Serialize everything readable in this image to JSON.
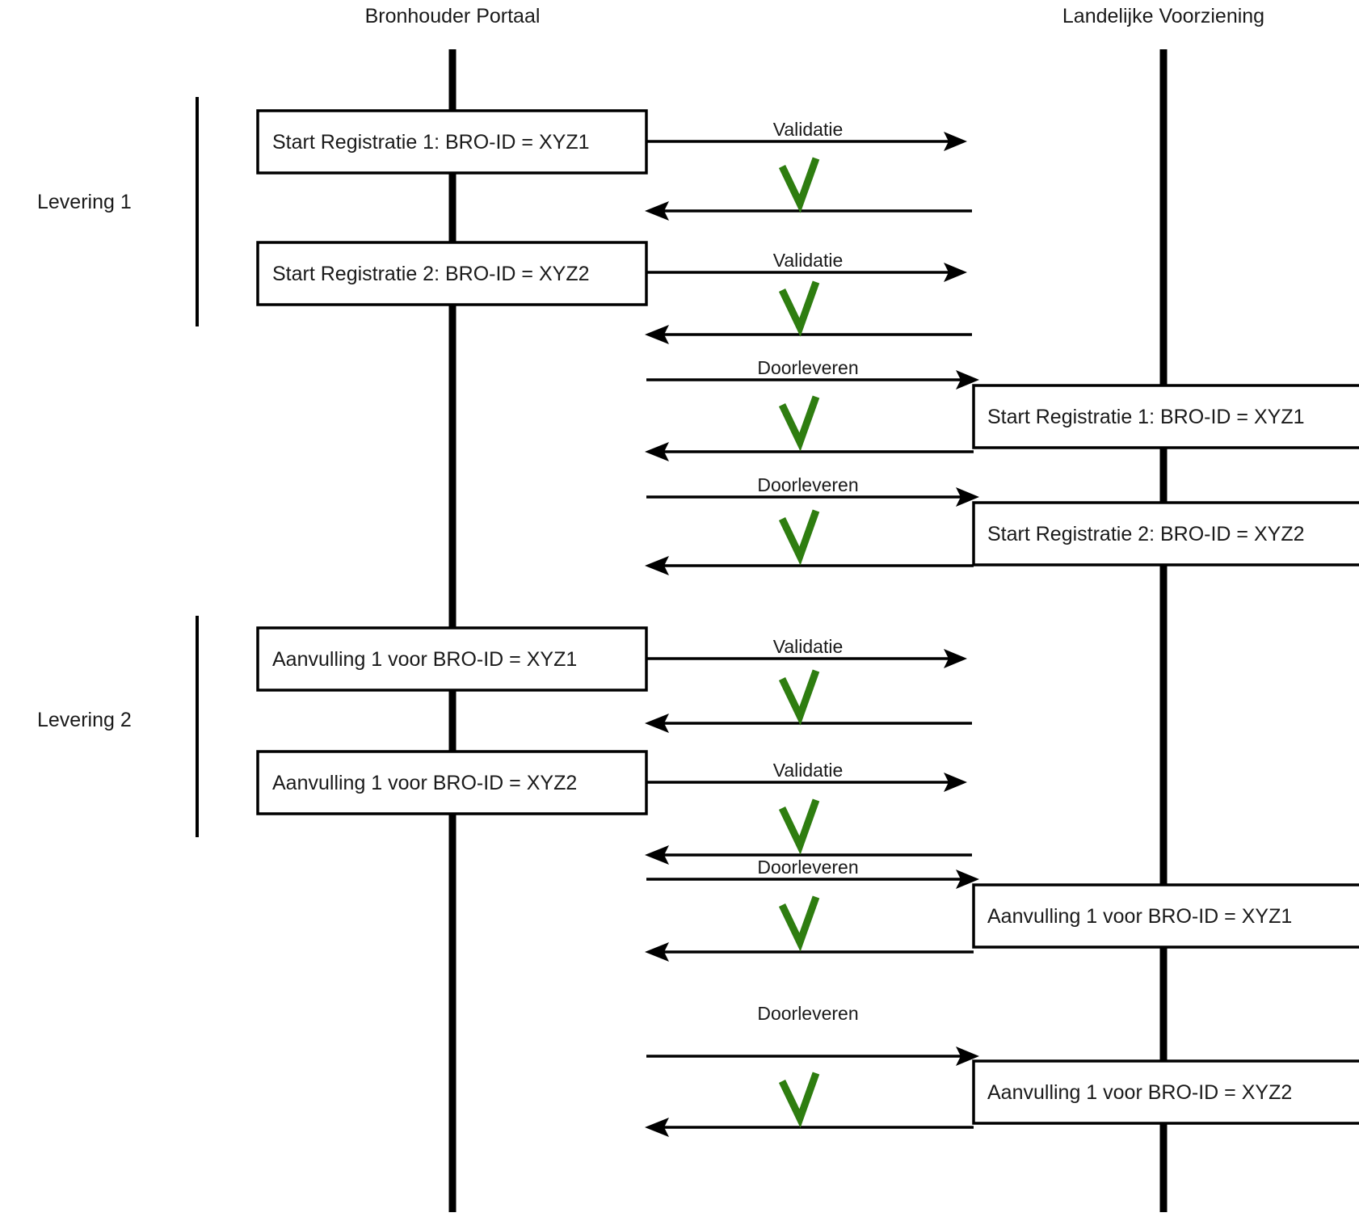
{
  "diagram": {
    "title_left": "Bronhouder Portaal",
    "title_right": "Landelijke Voorziening",
    "groups": [
      {
        "label": "Levering 1"
      },
      {
        "label": "Levering 2"
      }
    ],
    "left_boxes": [
      {
        "label": "Start Registratie 1: BRO-ID = XYZ1"
      },
      {
        "label": "Start Registratie 2: BRO-ID = XYZ2"
      },
      {
        "label": "Aanvulling 1 voor BRO-ID = XYZ1"
      },
      {
        "label": "Aanvulling 1 voor BRO-ID = XYZ2"
      }
    ],
    "right_boxes": [
      {
        "label": "Start Registratie 1: BRO-ID = XYZ1"
      },
      {
        "label": "Start Registratie 2: BRO-ID = XYZ2"
      },
      {
        "label": "Aanvulling 1 voor BRO-ID = XYZ1"
      },
      {
        "label": "Aanvulling 1 voor BRO-ID = XYZ2"
      }
    ],
    "messages": [
      {
        "label": "Validatie"
      },
      {
        "label": "Validatie"
      },
      {
        "label": "Doorleveren"
      },
      {
        "label": "Doorleveren"
      },
      {
        "label": "Validatie"
      },
      {
        "label": "Validatie"
      },
      {
        "label": "Doorleveren"
      },
      {
        "label": "Doorleveren"
      }
    ],
    "status_icons": [
      {
        "name": "green-check-mark"
      },
      {
        "name": "green-check-mark"
      },
      {
        "name": "green-check-mark"
      },
      {
        "name": "green-check-mark"
      },
      {
        "name": "green-check-mark"
      },
      {
        "name": "green-check-mark"
      },
      {
        "name": "green-check-mark"
      },
      {
        "name": "green-check-mark"
      }
    ],
    "colors": {
      "check_green": "#2e7d10",
      "line_black": "#000000",
      "background": "#ffffff"
    }
  }
}
